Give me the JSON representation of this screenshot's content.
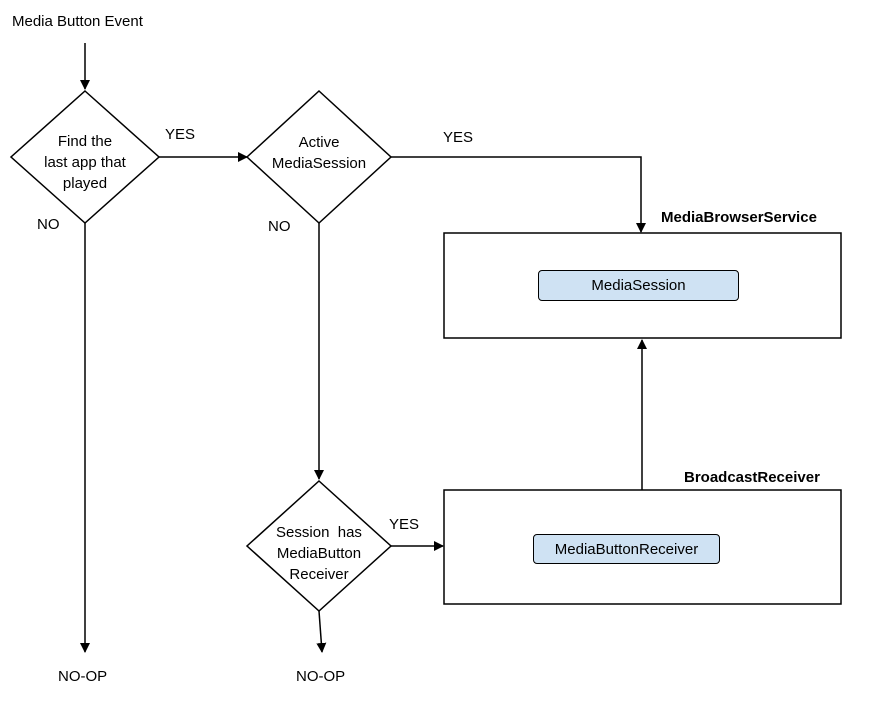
{
  "title": "Media Button Event",
  "decision1": {
    "line1": "Find the",
    "line2": "last app that",
    "line3": "played",
    "yes_label": "YES",
    "no_label": "NO"
  },
  "decision2": {
    "line1": "Active",
    "line2": "MediaSession",
    "yes_label": "YES",
    "no_label": "NO"
  },
  "decision3": {
    "line1": "Session  has",
    "line2": "MediaButton",
    "line3": "Receiver",
    "yes_label": "YES"
  },
  "media_browser_service": {
    "title": "MediaBrowserService",
    "inner": "MediaSession"
  },
  "broadcast_receiver": {
    "title": "BroadcastReceiver",
    "inner": "MediaButtonReceiver"
  },
  "noop_left": "NO-OP",
  "noop_center": "NO-OP",
  "colors": {
    "inner_box_fill": "#cfe2f3",
    "stroke": "#000000"
  }
}
